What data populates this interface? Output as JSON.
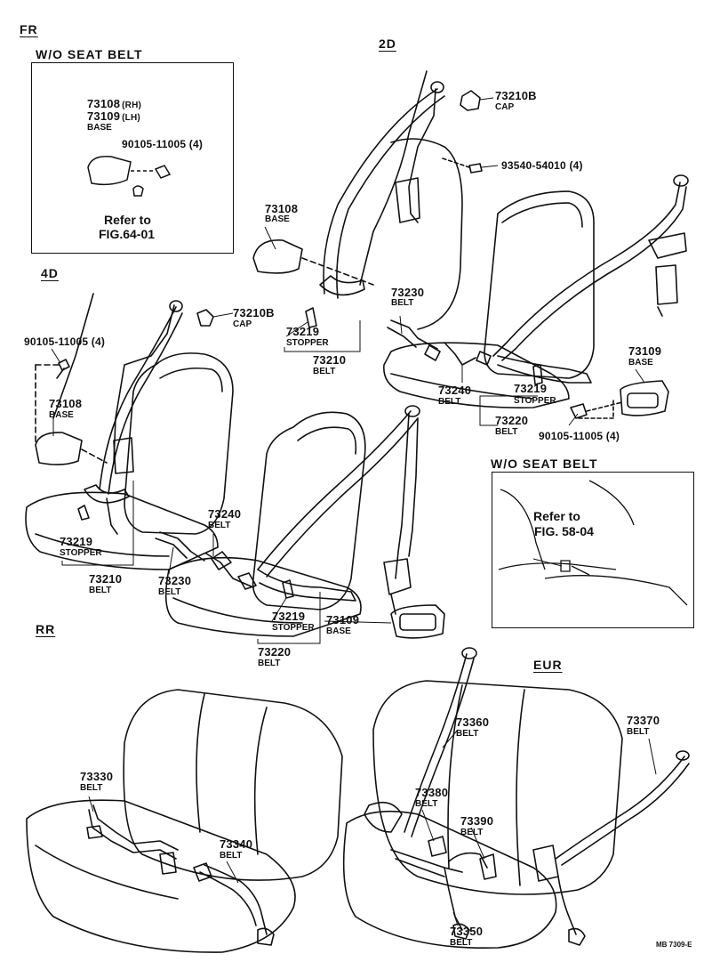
{
  "sections": {
    "fr": "FR",
    "two_door": "2D",
    "four_door": "4D",
    "rr": "RR",
    "eur": "EUR"
  },
  "inset_front": {
    "title": "W/O SEAT BELT",
    "part_rh": "73108",
    "part_rh_note": "(RH)",
    "part_lh": "73109",
    "part_lh_note": "(LH)",
    "part_desc": "BASE",
    "bolt": "90105-11005 (4)",
    "refer_1": "Refer to",
    "refer_2": "FIG.64-01"
  },
  "inset_right": {
    "title": "W/O SEAT BELT",
    "refer_1": "Refer to",
    "refer_2": "FIG. 58-04"
  },
  "labels": {
    "p73210b_2d": "73210B",
    "cap_2d": "CAP",
    "p93540": "93540-54010 (4)",
    "p73108_2d": "73108",
    "base_73108_2d": "BASE",
    "p73210b_4d": "73210B",
    "cap_4d": "CAP",
    "p73219_mid": "73219",
    "stopper_mid": "STOPPER",
    "p73210_mid": "73210",
    "belt_73210_mid": "BELT",
    "p73230_2d": "73230",
    "belt_73230_2d": "BELT",
    "p73240_2d": "73240",
    "belt_73240_2d": "BELT",
    "p73219_2d": "73219",
    "stopper_2d": "STOPPER",
    "p73220_2d": "73220",
    "belt_73220_2d": "BELT",
    "p73109_2d": "73109",
    "base_73109_2d": "BASE",
    "bolt_2d": "90105-11005 (4)",
    "bolt_4d": "90105-11005 (4)",
    "p73108_4d": "73108",
    "base_73108_4d": "BASE",
    "p73219_4d": "73219",
    "stopper_4d": "STOPPER",
    "p73210_4d": "73210",
    "belt_73210_4d": "BELT",
    "p73240_4d": "73240",
    "belt_73240_4d": "BELT",
    "p73230_4d": "73230",
    "belt_73230_4d": "BELT",
    "p73219_4d_b": "73219",
    "stopper_4d_b": "STOPPER",
    "p73220_4d": "73220",
    "belt_73220_4d": "BELT",
    "p73109_4d": "73109",
    "base_73109_4d": "BASE",
    "p73330": "73330",
    "belt_73330": "BELT",
    "p73340": "73340",
    "belt_73340": "BELT",
    "p73360": "73360",
    "belt_73360": "BELT",
    "p73370": "73370",
    "belt_73370": "BELT",
    "p73380": "73380",
    "belt_73380": "BELT",
    "p73390": "73390",
    "belt_73390": "BELT",
    "p73350": "73350",
    "belt_73350": "BELT"
  },
  "footer": "MB 7309-E"
}
